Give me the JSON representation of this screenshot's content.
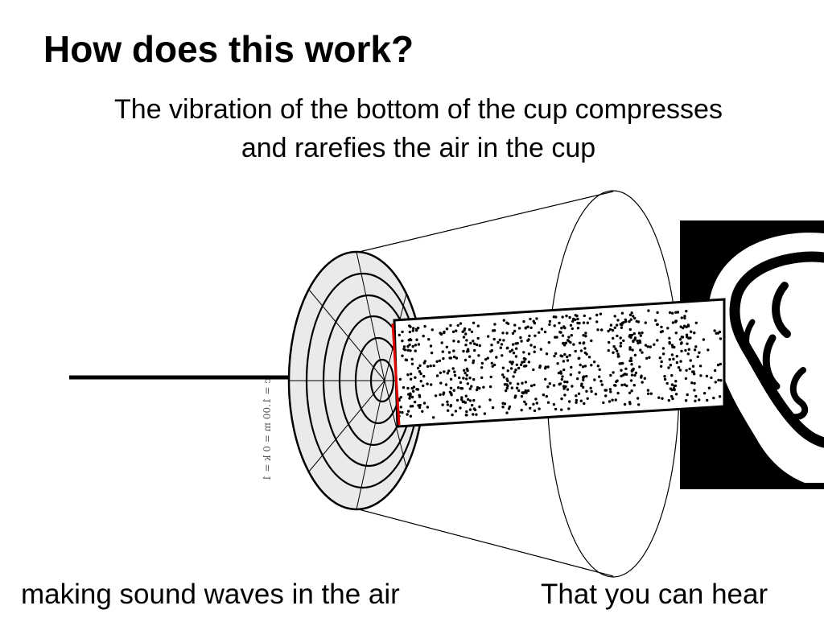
{
  "slide": {
    "title": "How does this work?",
    "subtitle_line1": "The vibration of the bottom of the cup compresses",
    "subtitle_line2": "and rarefies the air in the cup",
    "caption_left": "making sound waves in the air",
    "caption_right": "That you can hear"
  },
  "diagram": {
    "bottom_label": "c = 1.00   m = 0   k = 1",
    "colors": {
      "line": "#000000",
      "cup_bottom_fill": "#eaeaea",
      "vibrating_edge": "#e00000",
      "ear_background": "#000000",
      "ear": "#ffffff"
    },
    "icons": [
      "string-line",
      "cup-bottom-disc",
      "air-column",
      "ear-icon"
    ]
  }
}
